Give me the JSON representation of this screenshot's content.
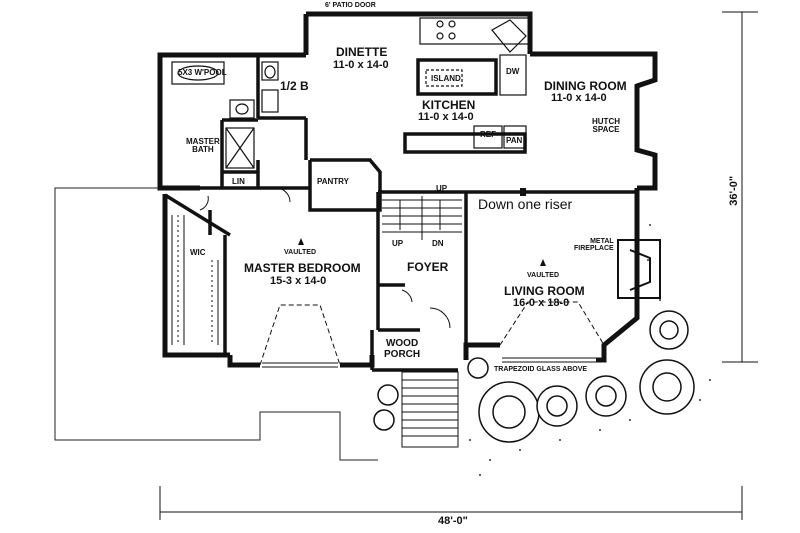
{
  "labels": {
    "patio_door": "6' PATIO DOOR",
    "dinette": "DINETTE",
    "dinette_dim": "11-0 x 14-0",
    "island": "ISLAND",
    "kitchen": "KITCHEN",
    "kitchen_dim": "11-0 x 14-0",
    "dw": "DW",
    "ref": "REF",
    "pan": "PAN",
    "dining_room": "DINING ROOM",
    "dining_room_dim": "11-0 x 14-0",
    "hutch_space": "HUTCH\nSPACE",
    "whirlpool": "5X3 W'POOL",
    "half_bath": "1/2 B",
    "master_bath": "MASTER\nBATH",
    "lin": "LIN",
    "pantry": "PANTRY",
    "up_top": "UP",
    "down_one_riser": "Down one riser",
    "up_left": "UP",
    "dn": "DN",
    "wic": "WIC",
    "vaulted_bed": "VAULTED",
    "master_bedroom": "MASTER BEDROOM",
    "master_bedroom_dim": "15-3 x 14-0",
    "foyer": "FOYER",
    "metal_fireplace": "METAL\nFIREPLACE",
    "vaulted_living": "VAULTED",
    "living_room": "LIVING ROOM",
    "living_room_dim": "16-0 x 18-0",
    "wood_porch": "WOOD\nPORCH",
    "trapezoid_glass": "TRAPEZOID GLASS ABOVE",
    "width_dim": "48'-0\"",
    "depth_dim": "36'-0\""
  },
  "colors": {
    "wall": "#111111",
    "background": "#ffffff"
  }
}
